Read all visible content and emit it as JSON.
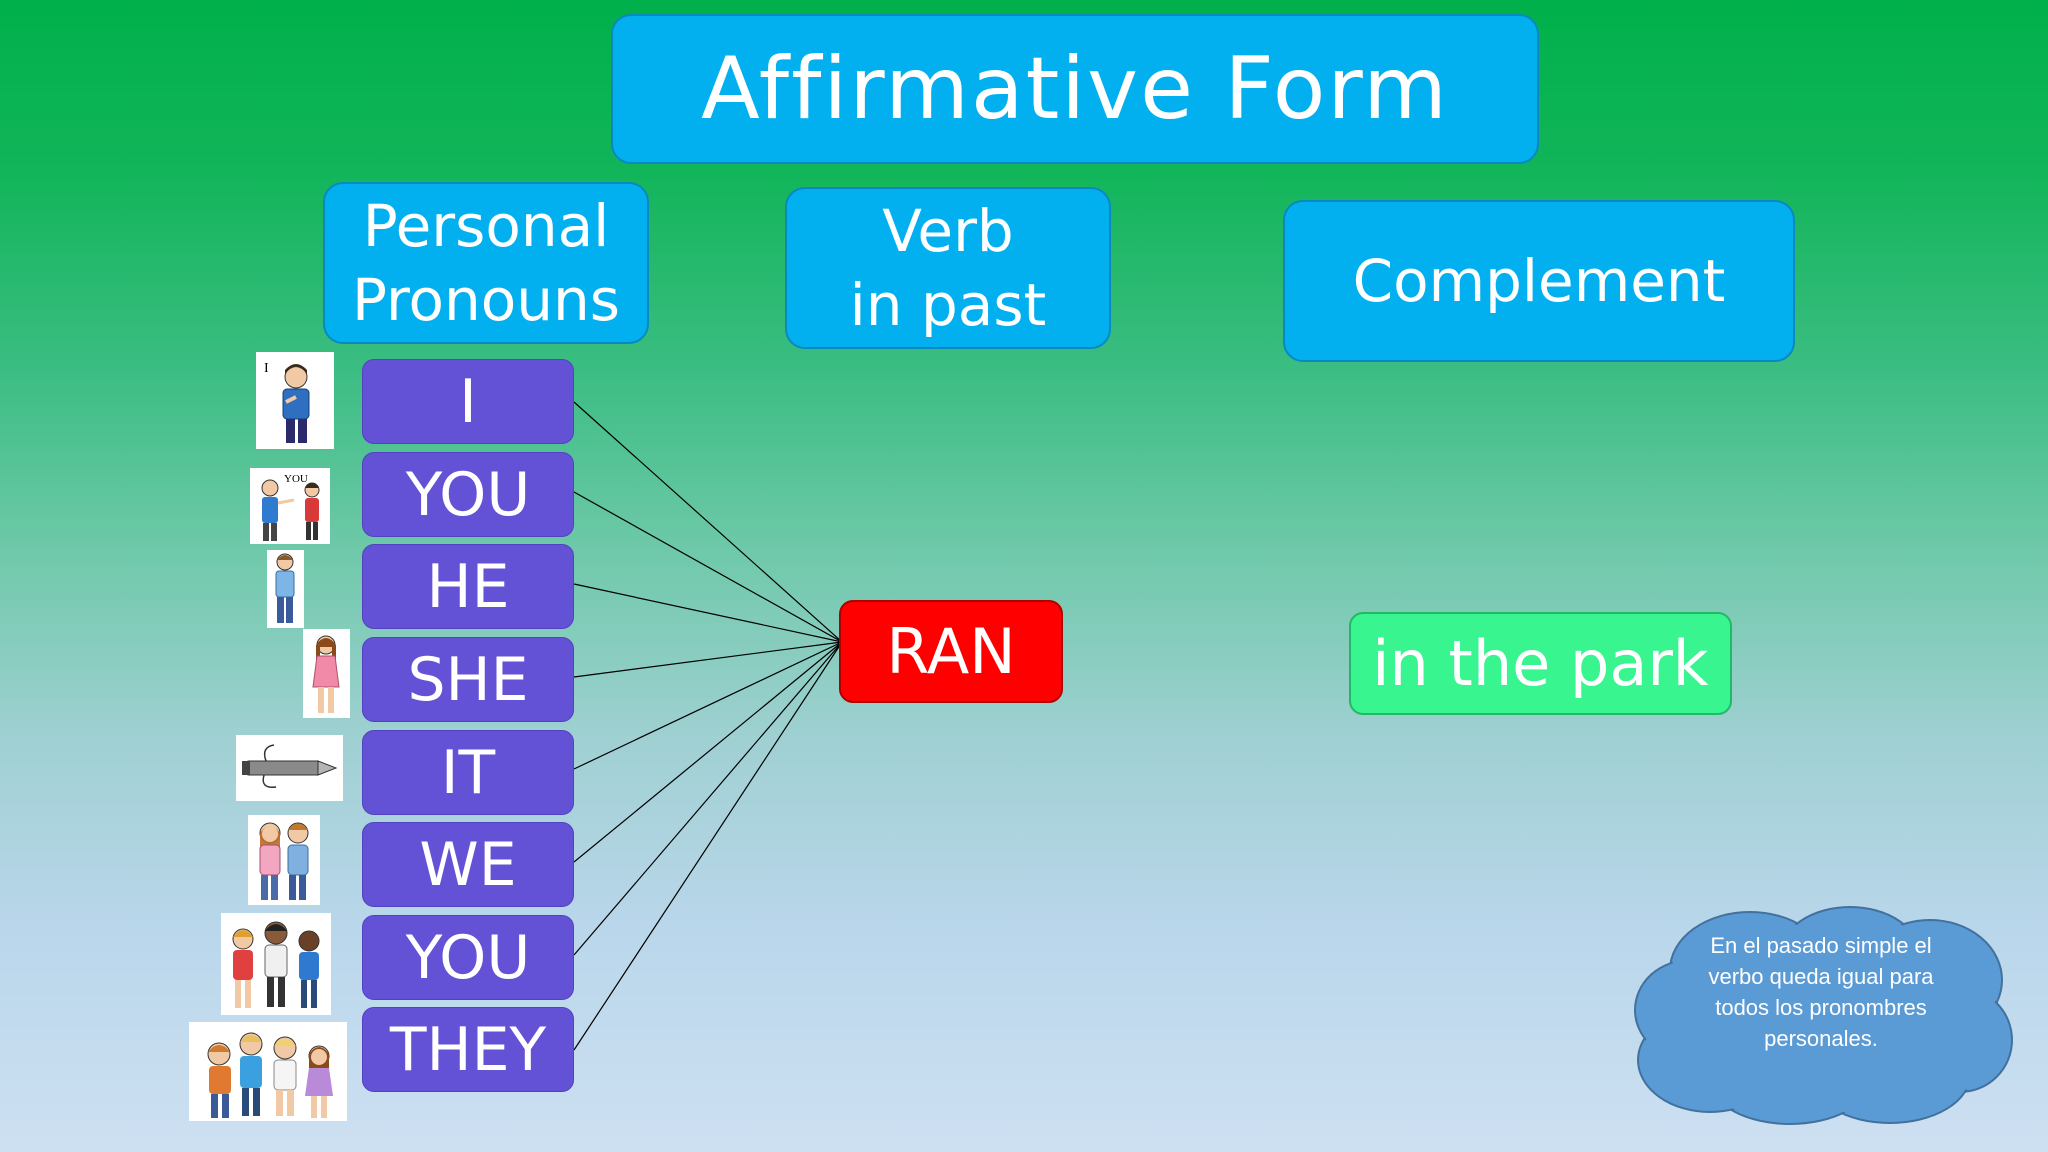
{
  "title": "Affirmative Form",
  "headers": {
    "pronouns": [
      "Personal",
      "Pronouns"
    ],
    "verb": [
      "Verb",
      "in past"
    ],
    "complement": "Complement"
  },
  "pronouns": [
    "I",
    "YOU",
    "HE",
    "SHE",
    "IT",
    "WE",
    "YOU",
    "THEY"
  ],
  "verb": "RAN",
  "complement": "in the park",
  "note": "En el pasado simple el verbo queda igual para todos los pronombres personales.",
  "picture_labels": {
    "i": "I",
    "you": "YOU"
  },
  "colors": {
    "header_blue": "#03b0ef",
    "pronoun_purple": "#6452d6",
    "verb_red": "#ff0000",
    "complement_green": "#38f590",
    "cloud_blue": "#5b9bd5"
  }
}
